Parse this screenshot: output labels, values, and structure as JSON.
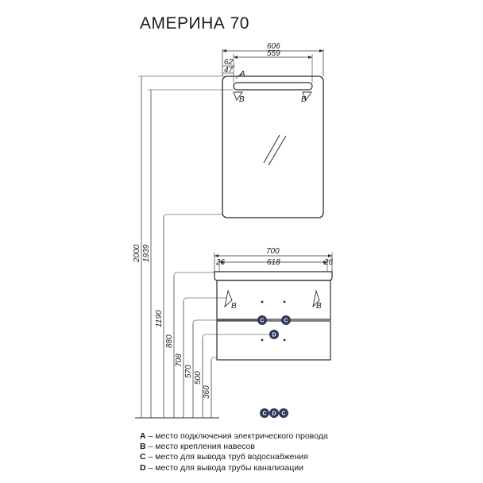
{
  "title": "АМЕРИНА 70",
  "mirror": {
    "width_total": "606",
    "width_inner": "559",
    "offset_top": "62",
    "offset_a": "47",
    "mark_a": "A",
    "mark_b_left": "B",
    "mark_b_right": "B"
  },
  "cabinet": {
    "width_total": "700",
    "width_inner": "618",
    "side_left": "26",
    "side_right": "26",
    "mark_b_left": "B",
    "mark_b_right": "B",
    "mark_c_left": "C",
    "mark_c_right": "C",
    "mark_d": "D"
  },
  "heights": [
    "2000",
    "1939",
    "1190",
    "880",
    "708",
    "570",
    "500",
    "360"
  ],
  "floor_marks": [
    "C",
    "D",
    "C"
  ],
  "legend": [
    {
      "key": "A",
      "text": " – место подключения электрического провода"
    },
    {
      "key": "B",
      "text": " – место крепления навесов"
    },
    {
      "key": "C",
      "text": " – место для вывода труб водоснабжения"
    },
    {
      "key": "D",
      "text": " – место для вывода трубы канализации"
    }
  ],
  "colors": {
    "line": "#2b2b2b",
    "accent": "#2f3a5a"
  }
}
